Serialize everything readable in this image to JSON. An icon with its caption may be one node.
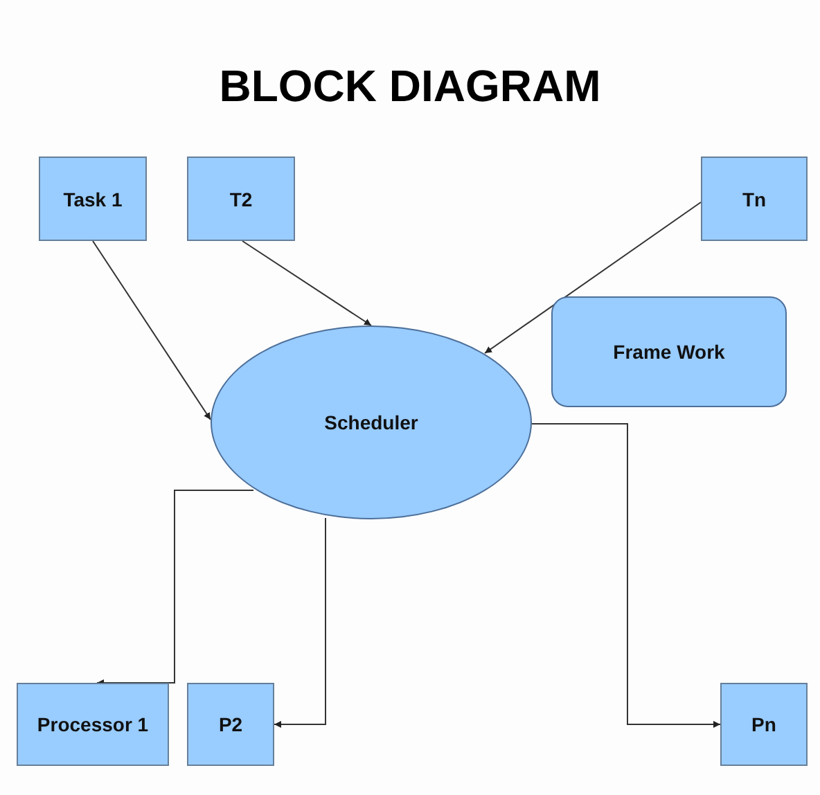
{
  "diagram": {
    "title": "BLOCK DIAGRAM",
    "nodes": [
      {
        "text": [
          "Task 1"
        ]
      },
      {
        "text": [
          "T2"
        ]
      },
      {
        "text": [
          "Tn"
        ]
      },
      {
        "text": [
          "Frame Work"
        ]
      },
      {
        "text": [
          "Scheduler"
        ]
      },
      {
        "text": [
          "Processor 1"
        ]
      },
      {
        "text": [
          "P2"
        ]
      },
      {
        "text": [
          "Pn"
        ]
      }
    ],
    "edges": [
      {
        "from": 0,
        "to": 4,
        "arrow": "to"
      },
      {
        "from": 1,
        "to": 4,
        "arrow": "to"
      },
      {
        "from": 2,
        "to": 4,
        "arrow": "to"
      },
      {
        "from": 4,
        "to": 5,
        "arrow": "to"
      },
      {
        "from": 4,
        "to": 6,
        "arrow": "to"
      },
      {
        "from": 4,
        "to": 7,
        "arrow": "to"
      }
    ]
  }
}
